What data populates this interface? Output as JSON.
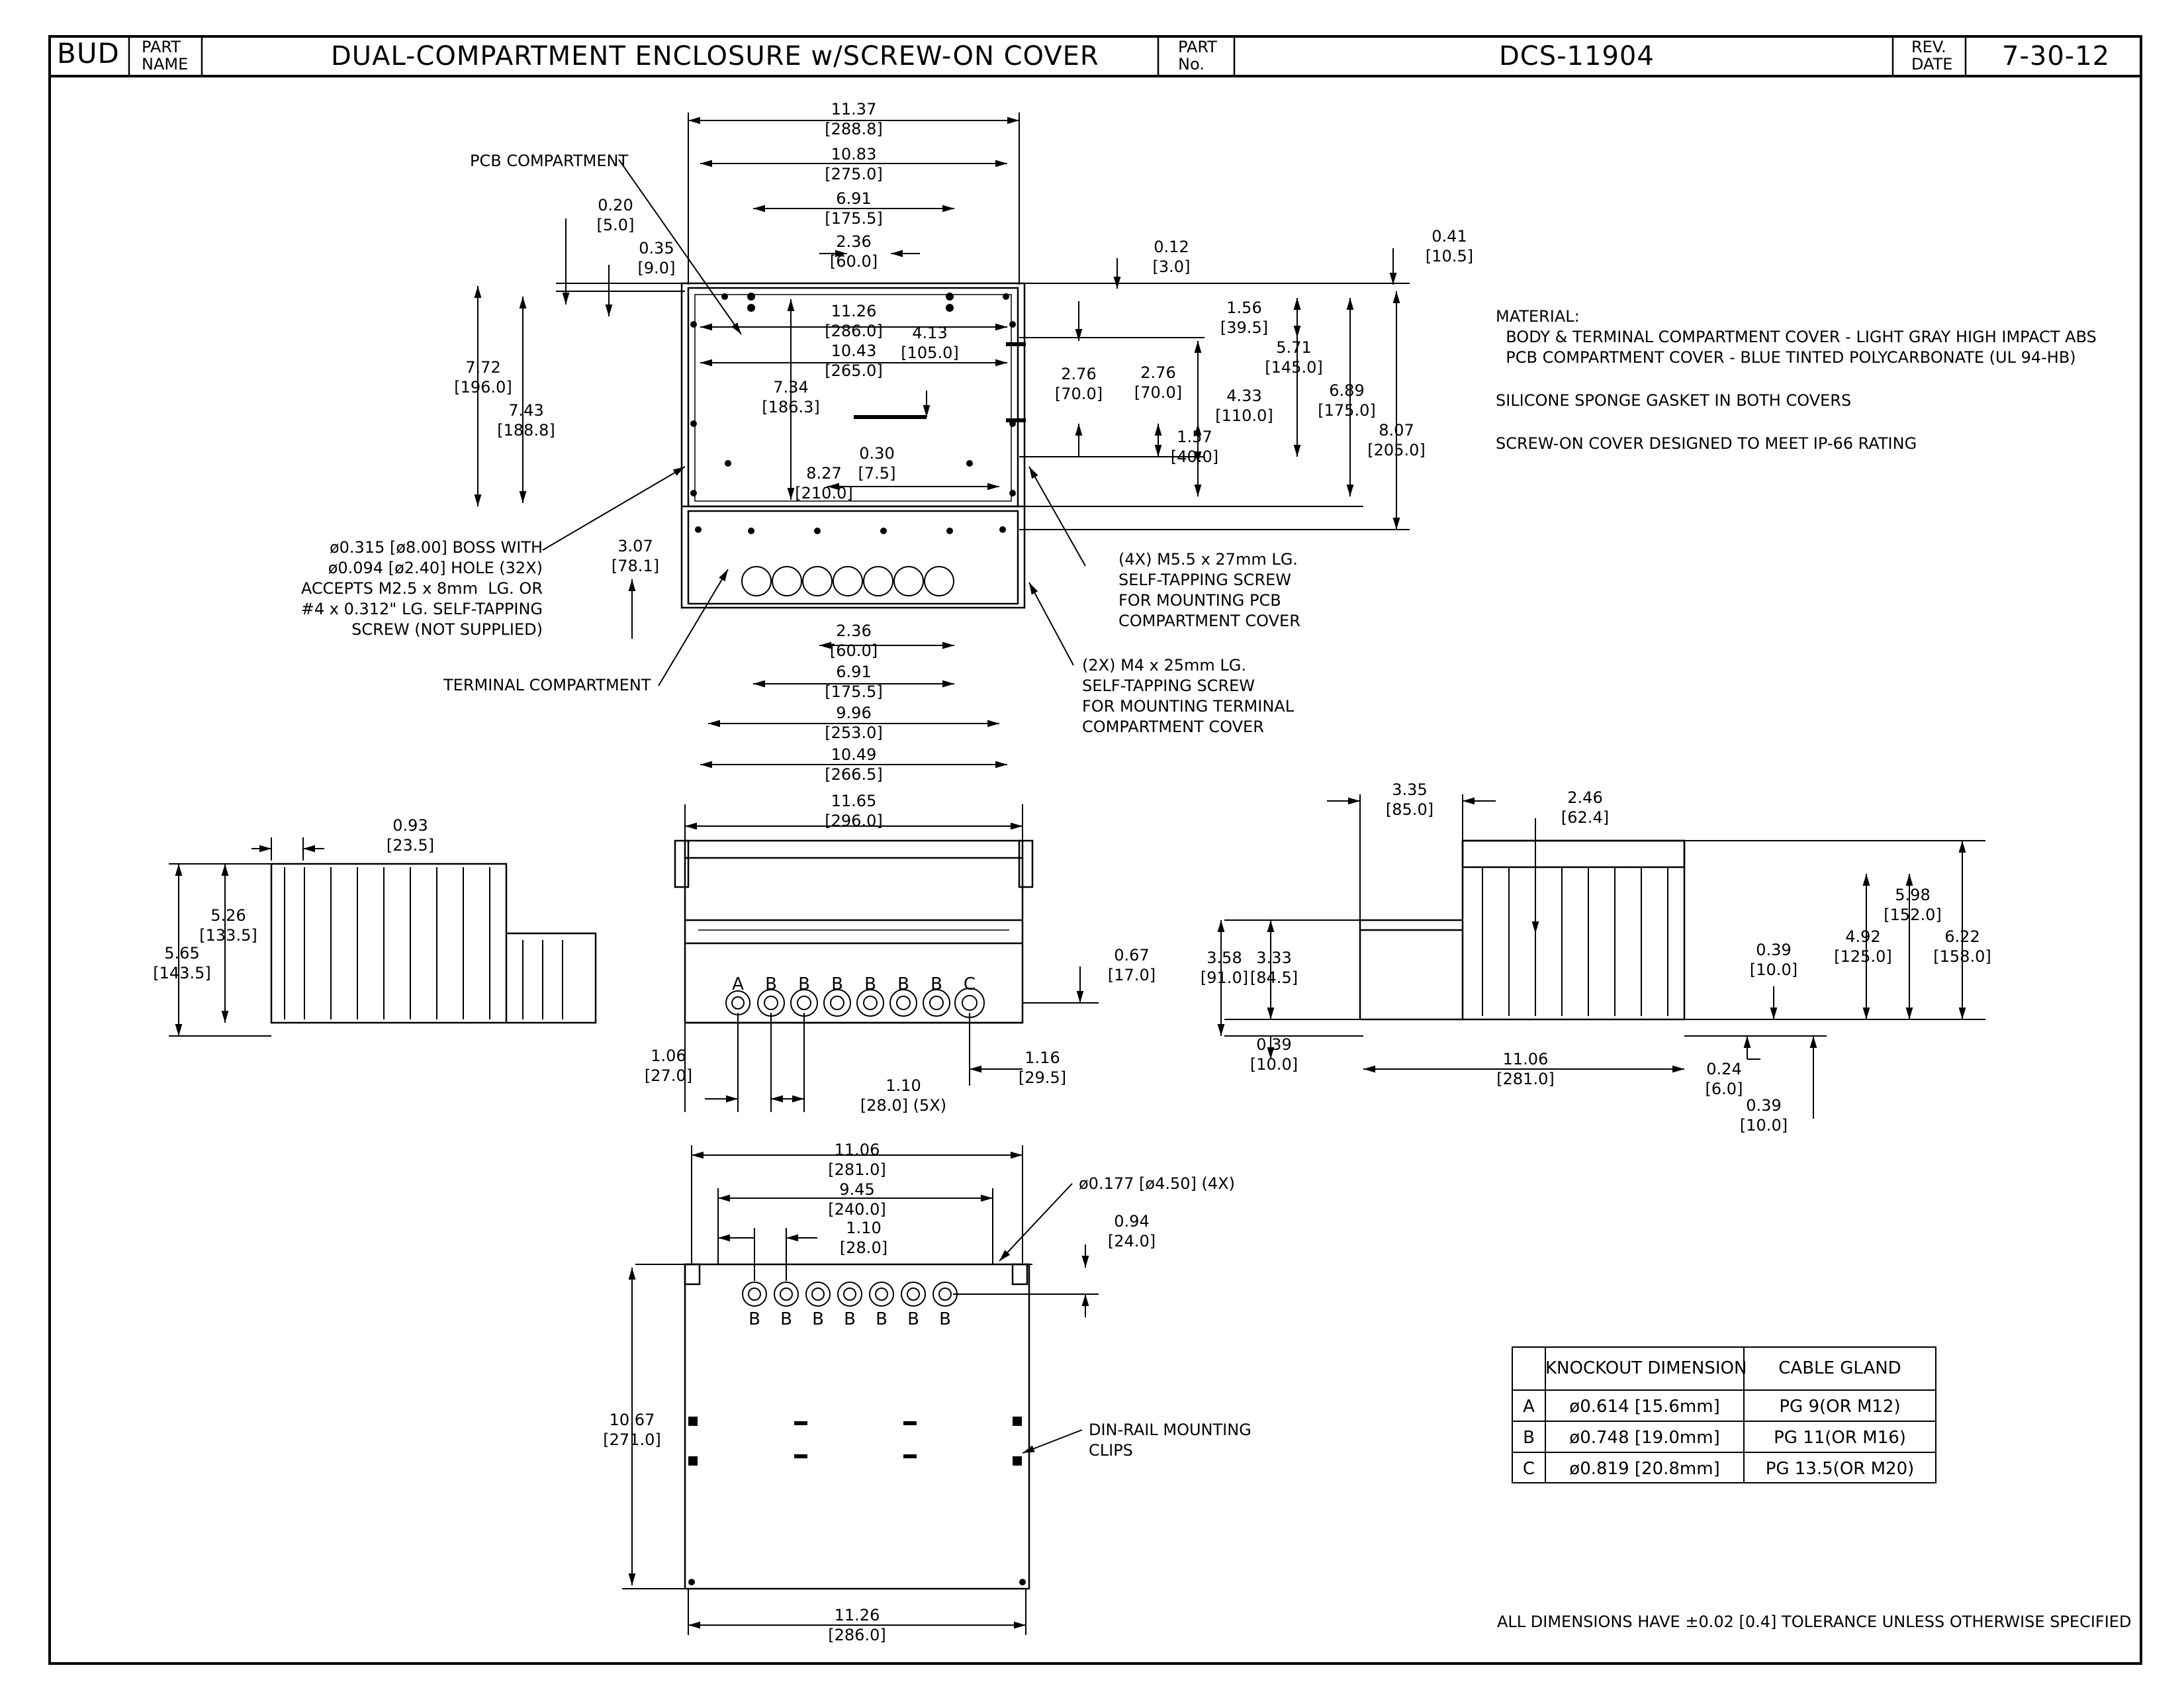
{
  "title_block": {
    "logo": "BUD",
    "part_name_label": "PART\nNAME",
    "part_name": "DUAL-COMPARTMENT ENCLOSURE w/SCREW-ON COVER",
    "part_no_label": "PART\nNo.",
    "part_no": "DCS-11904",
    "rev_date_label": "REV.\nDATE",
    "rev_date": "7-30-12"
  },
  "material_notes": {
    "heading": "MATERIAL:",
    "line1": "  BODY & TERMINAL COMPARTMENT COVER - LIGHT GRAY HIGH IMPACT ABS",
    "line2": "  PCB COMPARTMENT COVER - BLUE TINTED POLYCARBONATE (UL 94-HB)",
    "gasket": "SILICONE SPONGE GASKET IN BOTH COVERS",
    "rating": "SCREW-ON COVER DESIGNED TO MEET IP-66 RATING"
  },
  "callouts": {
    "pcb_compartment": "PCB COMPARTMENT",
    "terminal_compartment": "TERMINAL COMPARTMENT",
    "boss": "ø0.315 [ø8.00] BOSS WITH\nø0.094 [ø2.40] HOLE (32X)\nACCEPTS M2.5 x 8mm  LG. OR\n#4 x 0.312\" LG. SELF-TAPPING\nSCREW (NOT SUPPLIED)",
    "pcb_screw": "(4X) M5.5 x 27mm LG.\nSELF-TAPPING SCREW\nFOR MOUNTING PCB\nCOMPARTMENT COVER",
    "term_screw": "(2X) M4 x 25mm LG.\nSELF-TAPPING SCREW\nFOR MOUNTING TERMINAL\nCOMPARTMENT COVER",
    "mount_holes": "ø0.177 [ø4.50] (4X)",
    "din_rail": "DIN-RAIL MOUNTING\nCLIPS",
    "tolerance": "ALL DIMENSIONS HAVE ±0.02 [0.4] TOLERANCE UNLESS OTHERWISE SPECIFIED"
  },
  "dimensions": {
    "d1137": "11.37\n[288.8]",
    "d1083": "10.83\n[275.0]",
    "d691t": "6.91\n[175.5]",
    "d236t": "2.36\n[60.0]",
    "d020": "0.20\n[5.0]",
    "d035": "0.35\n[9.0]",
    "d012": "0.12\n[3.0]",
    "d041": "0.41\n[10.5]",
    "d1126t": "11.26\n[286.0]",
    "d413": "4.13\n[105.0]",
    "d1043": "10.43\n[265.0]",
    "d156": "1.56\n[39.5]",
    "d571": "5.71\n[145.0]",
    "d689": "6.89\n[175.0]",
    "d807": "8.07\n[205.0]",
    "d772": "7.72\n[196.0]",
    "d743": "7.43\n[188.8]",
    "d734": "7.34\n[186.3]",
    "d276a": "2.76\n[70.0]",
    "d276b": "2.76\n[70.0]",
    "d433": "4.33\n[110.0]",
    "d157": "1.57\n[40.0]",
    "d030": "0.30\n[7.5]",
    "d827": "8.27\n[210.0]",
    "d307": "3.07\n[78.1]",
    "d236b": "2.36\n[60.0]",
    "d691b": "6.91\n[175.5]",
    "d996": "9.96\n[253.0]",
    "d1049": "10.49\n[266.5]",
    "d1165": "11.65\n[296.0]",
    "d067": "0.67\n[17.0]",
    "d106": "1.06\n[27.0]",
    "d110a": "1.10\n[28.0] (5X)",
    "d116": "1.16\n[29.5]",
    "d093": "0.93\n[23.5]",
    "d526": "5.26\n[133.5]",
    "d565": "5.65\n[143.5]",
    "d335": "3.35\n[85.0]",
    "d246": "2.46\n[62.4]",
    "d358": "3.58\n[91.0]",
    "d333": "3.33\n[84.5]",
    "d039a": "0.39\n[10.0]",
    "d1106r": "11.06\n[281.0]",
    "d039b": "0.39\n[10.0]",
    "d024": "0.24\n[6.0]",
    "d039c": "0.39\n[10.0]",
    "d492": "4.92\n[125.0]",
    "d598": "5.98\n[152.0]",
    "d622": "6.22\n[158.0]",
    "d1106b": "11.06\n[281.0]",
    "d945": "9.45\n[240.0]",
    "d110b": "1.10\n[28.0]",
    "d094": "0.94\n[24.0]",
    "d1067": "10.67\n[271.0]",
    "d1126b": "11.26\n[286.0]"
  },
  "knockout_labels_front": [
    "A",
    "B",
    "B",
    "B",
    "B",
    "B",
    "B",
    "C"
  ],
  "knockout_labels_bottom": [
    "B",
    "B",
    "B",
    "B",
    "B",
    "B",
    "B"
  ],
  "knockout_table": {
    "headers": [
      "",
      "KNOCKOUT DIMENSION",
      "CABLE GLAND"
    ],
    "rows": [
      [
        "A",
        "ø0.614 [15.6mm]",
        "PG 9(OR M12)"
      ],
      [
        "B",
        "ø0.748 [19.0mm]",
        "PG 11(OR M16)"
      ],
      [
        "C",
        "ø0.819 [20.8mm]",
        "PG 13.5(OR M20)"
      ]
    ]
  }
}
